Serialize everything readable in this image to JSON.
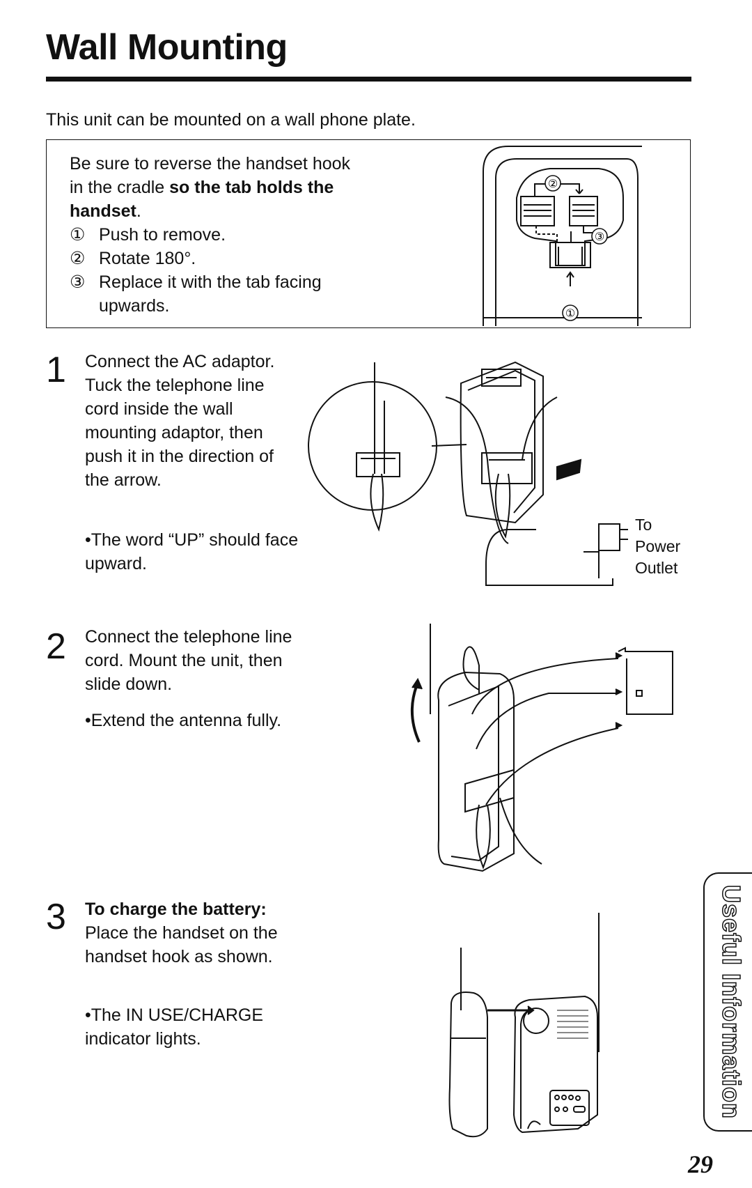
{
  "page": {
    "title": "Wall Mounting",
    "intro": "This unit can be mounted on a wall phone plate.",
    "page_number": "29",
    "side_tab": "Useful Information"
  },
  "note": {
    "line1": "Be sure to reverse the handset hook",
    "line2_a": "in the cradle ",
    "line2_b": "so the tab holds the",
    "line3": "handset",
    "line3_period": ".",
    "items": [
      {
        "num": "①",
        "text": "Push to remove."
      },
      {
        "num": "②",
        "text": "Rotate 180°."
      },
      {
        "num": "③",
        "text": "Replace it with the tab facing upwards."
      }
    ],
    "diagram_labels": [
      "①",
      "②",
      "③"
    ]
  },
  "steps": [
    {
      "num": "1",
      "heading": "",
      "text": "Connect the AC adaptor. Tuck the telephone line cord inside the wall mounting adaptor, then push it in the direction of the arrow.",
      "bullet": "•The word “UP” should face upward.",
      "callout": [
        "To",
        "Power",
        "Outlet"
      ]
    },
    {
      "num": "2",
      "heading": "",
      "text": "Connect the telephone line cord. Mount the unit, then slide down.",
      "bullet": "•Extend the antenna fully."
    },
    {
      "num": "3",
      "heading": "To charge the battery:",
      "text": "Place the handset on the handset hook as shown.",
      "bullet": "•The IN USE/CHARGE indicator lights."
    }
  ],
  "colors": {
    "ink": "#111111",
    "paper": "#ffffff"
  }
}
